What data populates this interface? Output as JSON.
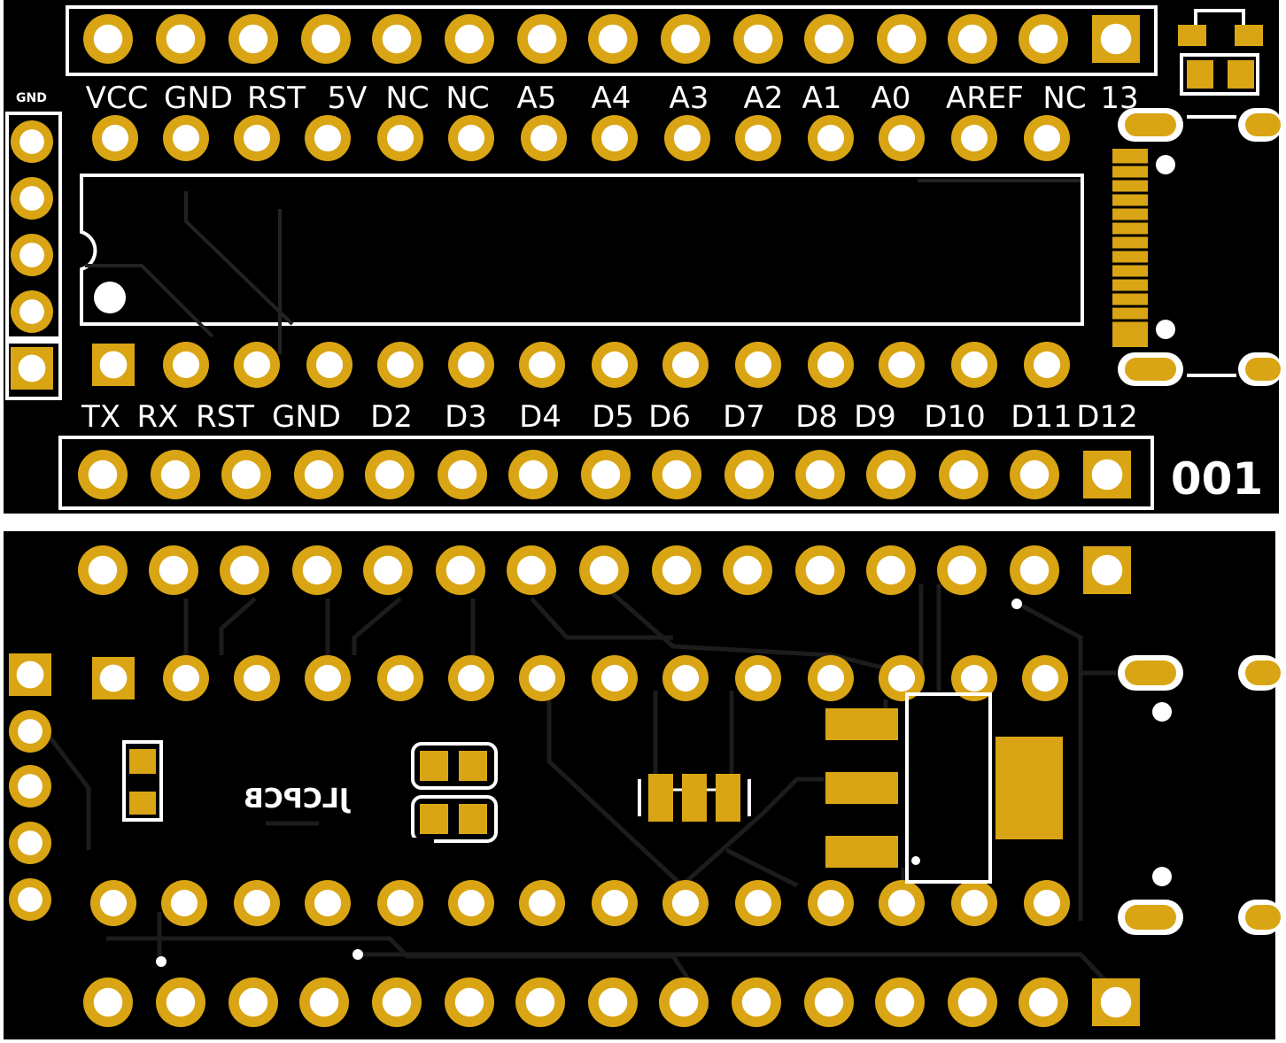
{
  "top_board": {
    "top_header_labels": [
      "VCC",
      "GND",
      "RST",
      "5V",
      "NC",
      "NC",
      "A5",
      "A4",
      "A3",
      "A2",
      "A1",
      "A0",
      "AREF",
      "NC",
      "13"
    ],
    "bottom_header_labels": [
      "TX",
      "RX",
      "RST",
      "GND",
      "D2",
      "D3",
      "D4",
      "D5",
      "D6",
      "D7",
      "D8",
      "D9",
      "D10",
      "D11",
      "D12"
    ],
    "gnd_label": "GND",
    "version_badge": "001"
  },
  "bottom_board": {
    "logo_text": "JLCPCB"
  },
  "colors": {
    "board": "#000000",
    "copper": "#d9a514",
    "silkscreen": "#ffffff",
    "trace": "#1a1a1a"
  }
}
